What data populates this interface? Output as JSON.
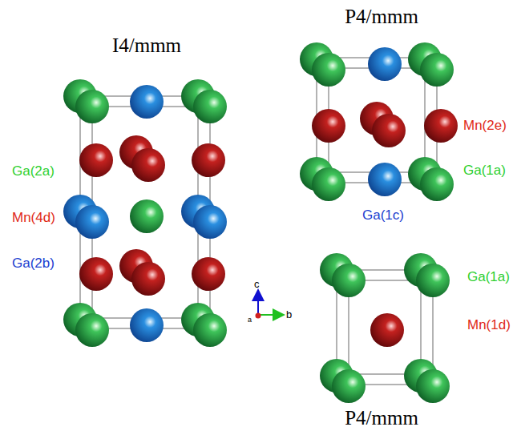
{
  "diagram": {
    "labels": [
      "I4/mmm",
      "P4/mmm",
      "Ga(2a)",
      "Mn(4d)",
      "Ga(2b)",
      "Mn(2e)",
      "Ga(1a)",
      "Ga(1c)",
      "Ga(1a)",
      "Mn(1d)",
      "P4/mmm",
      "c",
      "b",
      "a"
    ]
  }
}
